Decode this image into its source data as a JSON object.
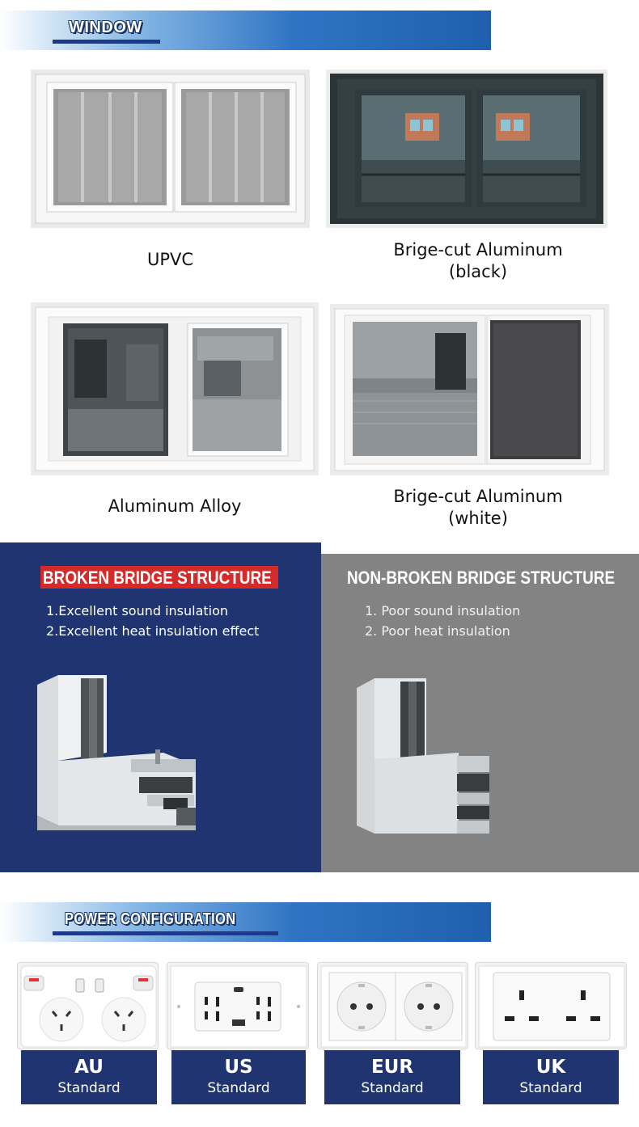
{
  "window_section": {
    "title": "WINDOW",
    "items": [
      {
        "label_line1": "UPVC",
        "label_line2": ""
      },
      {
        "label_line1": "Brige-cut Aluminum",
        "label_line2": "(black)"
      },
      {
        "label_line1": "Aluminum Alloy",
        "label_line2": ""
      },
      {
        "label_line1": "Brige-cut Aluminum",
        "label_line2": "(white)"
      }
    ]
  },
  "structure": {
    "broken": {
      "title": "BROKEN BRIDGE STRUCTURE",
      "points": [
        "1.Excellent sound insulation",
        "2.Excellent heat insulation effect"
      ]
    },
    "non_broken": {
      "title": "NON-BROKEN BRIDGE STRUCTURE",
      "points": [
        "1. Poor sound insulation",
        "2. Poor heat insulation"
      ]
    }
  },
  "power_section": {
    "title": "POWER CONFIGURATION",
    "standards": [
      {
        "code": "AU",
        "word": "Standard"
      },
      {
        "code": "US",
        "word": "Standard"
      },
      {
        "code": "EUR",
        "word": "Standard"
      },
      {
        "code": "UK",
        "word": "Standard"
      }
    ]
  },
  "colors": {
    "navy_panel": "#1f3470",
    "gray_panel": "#838383",
    "broken_title_bg": "#d42a2a",
    "banner_blue": "#1f5fae"
  }
}
